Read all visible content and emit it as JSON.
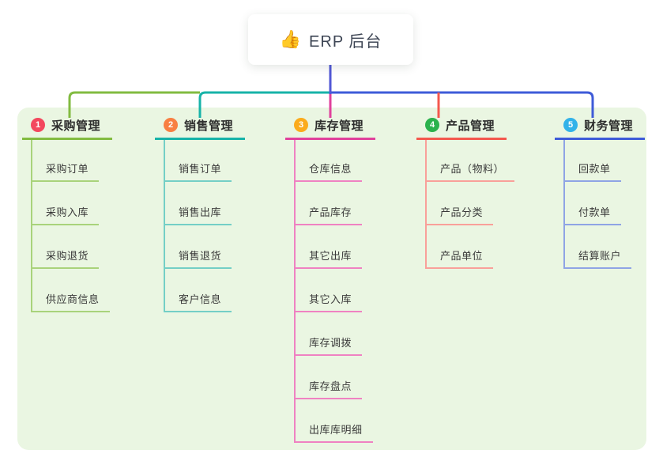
{
  "root": {
    "icon": "👍",
    "label": "ERP 后台"
  },
  "colors": {
    "panel_bg": "#eaf6e2",
    "root_line": "#5157d6",
    "card_bg": "#ffffff",
    "topic_text": "#2d2d2d",
    "child_text": "#3a3a3a"
  },
  "branches": [
    {
      "index": "1",
      "label": "采购管理",
      "badge_color": "#f3485e",
      "line_color": "#82bb41",
      "child_line_color": "#a9d37b",
      "children": [
        "采购订单",
        "采购入库",
        "采购退货",
        "供应商信息"
      ]
    },
    {
      "index": "2",
      "label": "销售管理",
      "badge_color": "#f87f42",
      "line_color": "#17b3a8",
      "child_line_color": "#74cfc6",
      "children": [
        "销售订单",
        "销售出库",
        "销售退货",
        "客户信息"
      ]
    },
    {
      "index": "3",
      "label": "库存管理",
      "badge_color": "#fbab1c",
      "line_color": "#e0419c",
      "child_line_color": "#ef82c2",
      "children": [
        "仓库信息",
        "产品库存",
        "其它出库",
        "其它入库",
        "库存调拨",
        "库存盘点",
        "出库库明细"
      ]
    },
    {
      "index": "4",
      "label": "产品管理",
      "badge_color": "#2bb24d",
      "line_color": "#f4584e",
      "child_line_color": "#f9a09a",
      "children": [
        "产品（物料）",
        "产品分类",
        "产品单位"
      ]
    },
    {
      "index": "5",
      "label": "财务管理",
      "badge_color": "#32b2e9",
      "line_color": "#3e5bd8",
      "child_line_color": "#8fa4e5",
      "children": [
        "回款单",
        "付款单",
        "结算账户"
      ]
    }
  ]
}
